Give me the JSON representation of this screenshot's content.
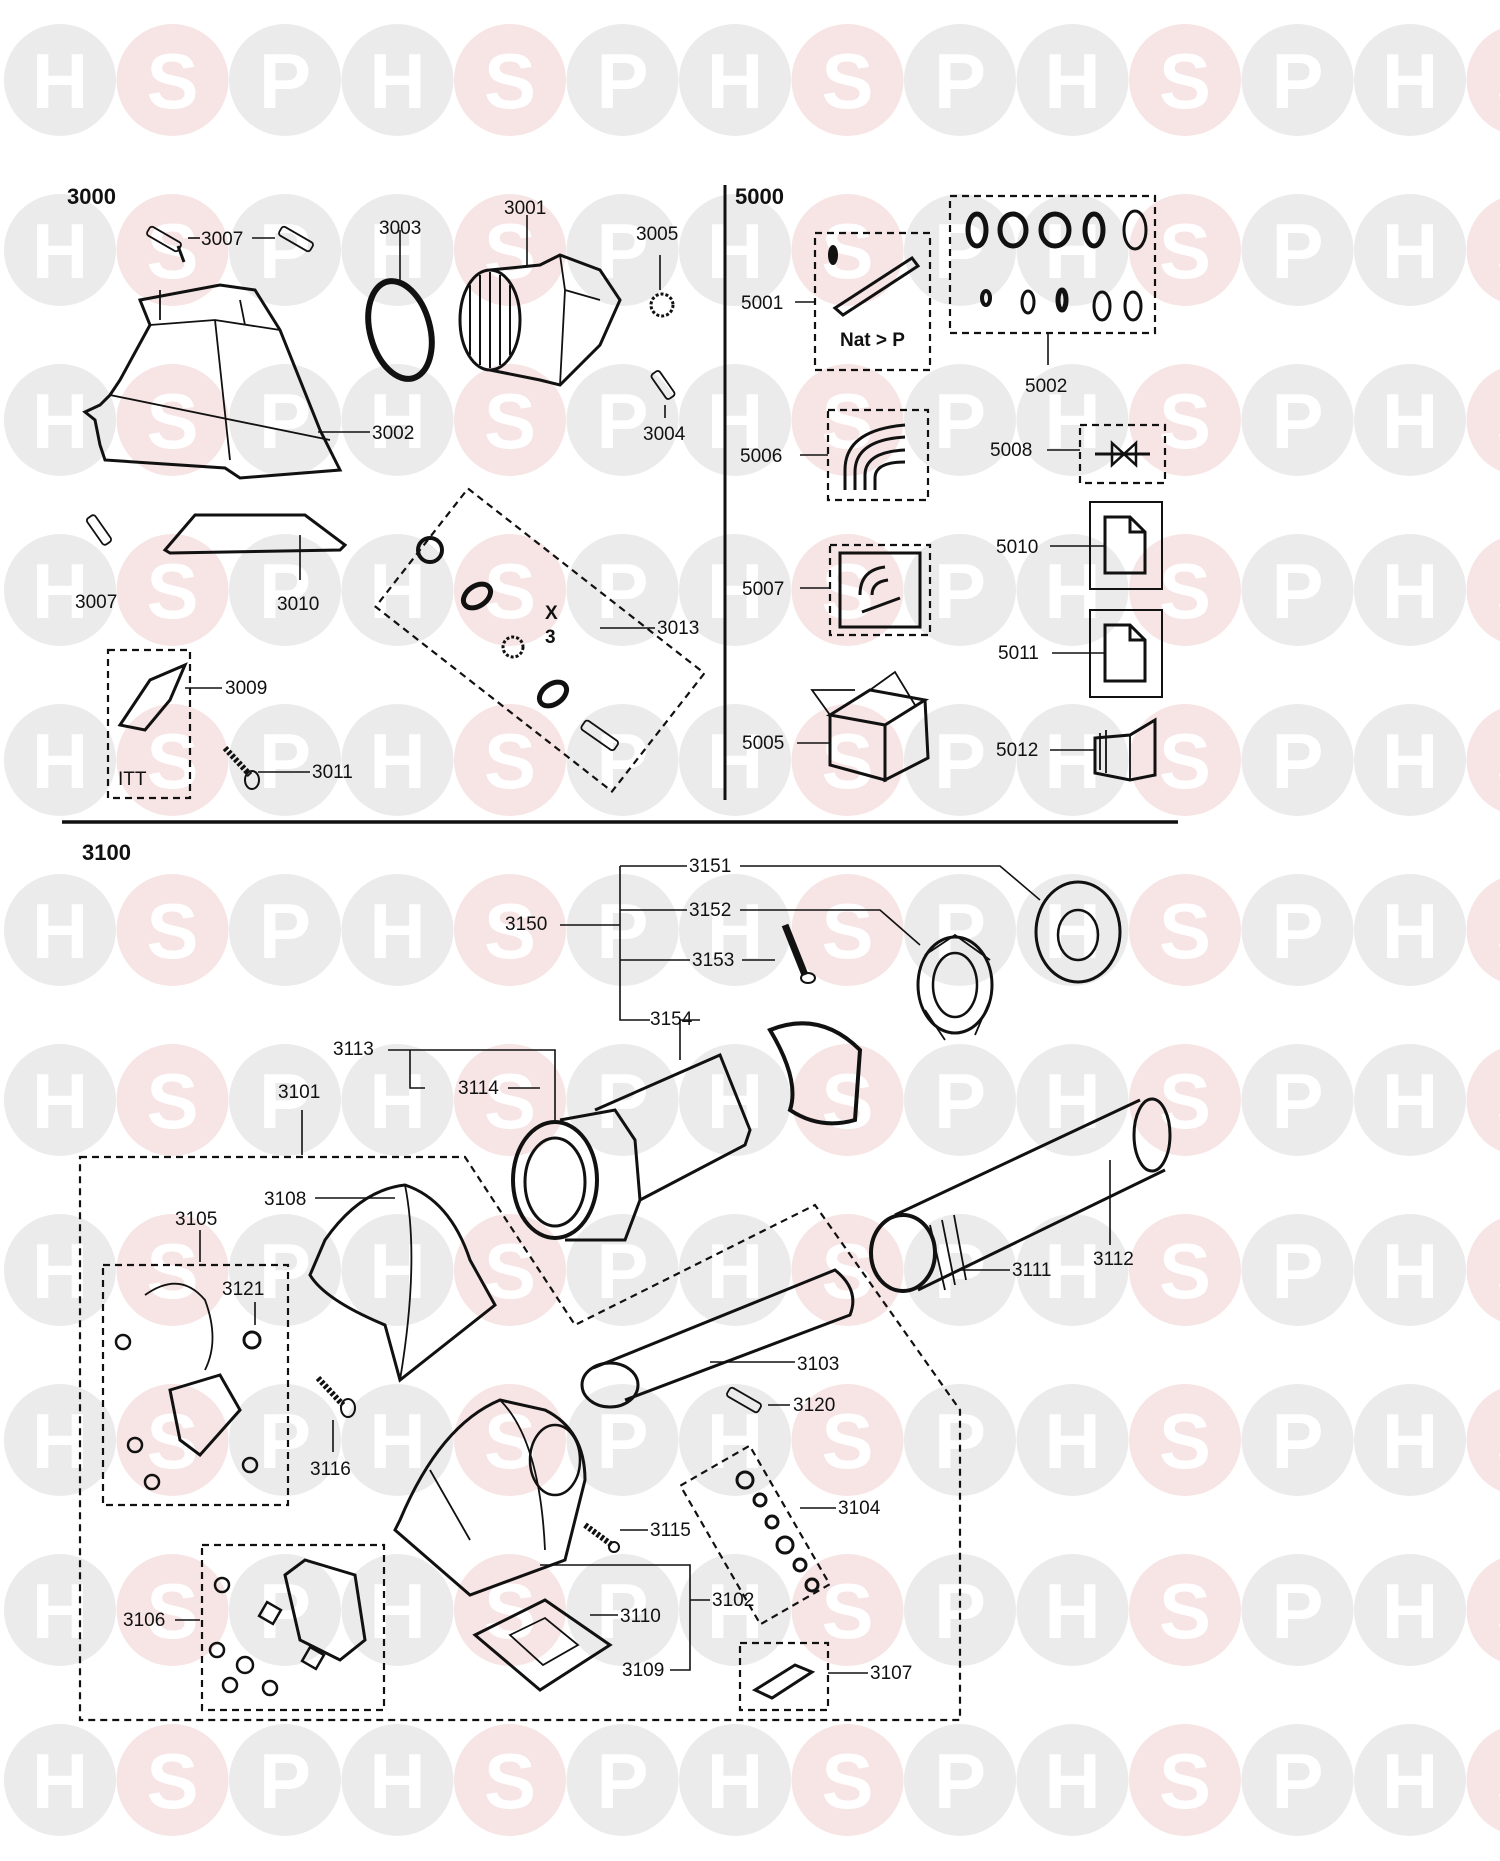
{
  "watermark": {
    "letters": [
      "H",
      "S",
      "P"
    ],
    "colors": {
      "H": "#ebebeb",
      "S": "#f7e4e4",
      "P": "#ebebeb"
    }
  },
  "sections": {
    "s3000": "3000",
    "s5000": "5000",
    "s3100": "3100"
  },
  "inline_text": {
    "nat_p": "Nat > P",
    "x": "X",
    "three": "3",
    "itt": "ITT"
  },
  "parts": {
    "p3001": "3001",
    "p3002": "3002",
    "p3003": "3003",
    "p3004": "3004",
    "p3005": "3005",
    "p3007a": "3007",
    "p3007b": "3007",
    "p3009": "3009",
    "p3010": "3010",
    "p3011": "3011",
    "p3013": "3013",
    "p5001": "5001",
    "p5002": "5002",
    "p5005": "5005",
    "p5006": "5006",
    "p5007": "5007",
    "p5008": "5008",
    "p5010": "5010",
    "p5011": "5011",
    "p5012": "5012",
    "p3150": "3150",
    "p3151": "3151",
    "p3152": "3152",
    "p3153": "3153",
    "p3154": "3154",
    "p3113": "3113",
    "p3114": "3114",
    "p3101": "3101",
    "p3108": "3108",
    "p3105": "3105",
    "p3121": "3121",
    "p3116": "3116",
    "p3103": "3103",
    "p3120": "3120",
    "p3111": "3111",
    "p3112": "3112",
    "p3104": "3104",
    "p3115": "3115",
    "p3102": "3102",
    "p3110": "3110",
    "p3109": "3109",
    "p3106": "3106",
    "p3107": "3107"
  }
}
